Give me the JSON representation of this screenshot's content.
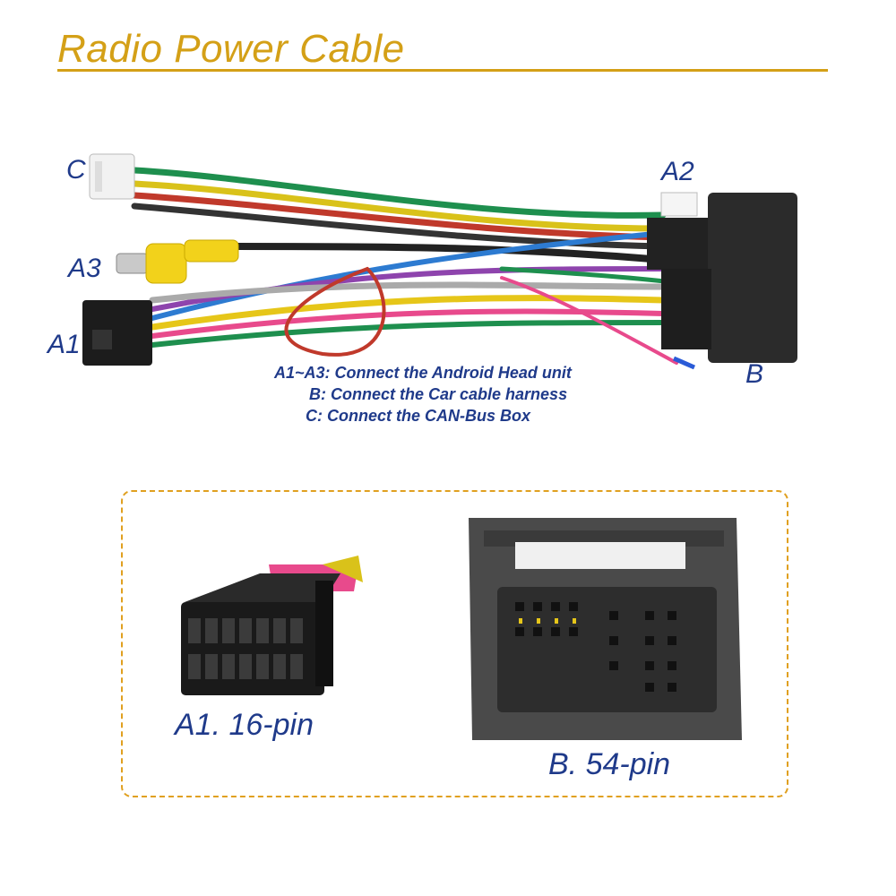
{
  "header": {
    "title": "Radio Power Cable"
  },
  "harness": {
    "labels": {
      "a1": "A1",
      "a2": "A2",
      "a3": "A3",
      "b": "B",
      "c": "C"
    },
    "legend": [
      "A1~A3: Connect the Android Head unit",
      "B: Connect the Car cable harness",
      "C: Connect the CAN-Bus Box"
    ]
  },
  "details": {
    "a1_caption": "A1. 16-pin",
    "b_caption": "B. 54-pin"
  },
  "colors": {
    "accent": "#d4a017",
    "label": "#1f3a8a",
    "box_border": "#e0a020"
  }
}
